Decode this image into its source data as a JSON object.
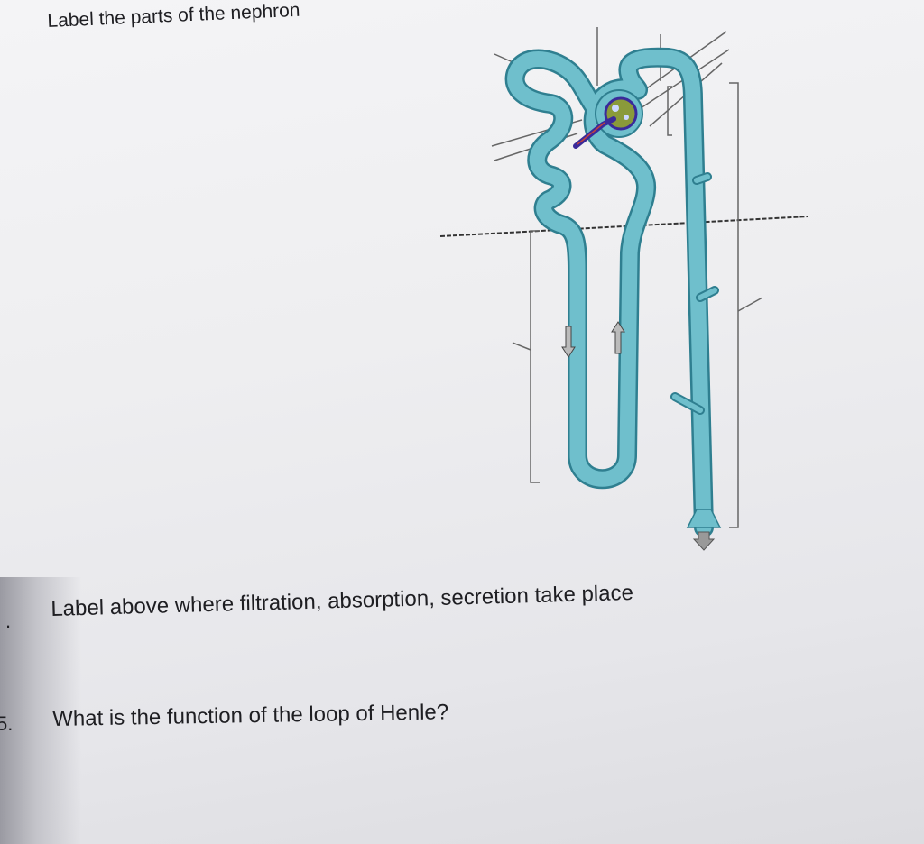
{
  "worksheet": {
    "title": "Label the parts of the nephron",
    "question_4_number": ".",
    "question_4": "Label above where filtration, absorption, secretion take place",
    "question_5_number": "5.",
    "question_5": "What is the function of the loop of Henle?"
  },
  "diagram": {
    "subject": "nephron",
    "tubule_color": "#6fbfcc",
    "outline_color": "#2f7f90",
    "glomerulus_colors": [
      "#3a2a9a",
      "#8a9a3a",
      "#c04040"
    ]
  }
}
